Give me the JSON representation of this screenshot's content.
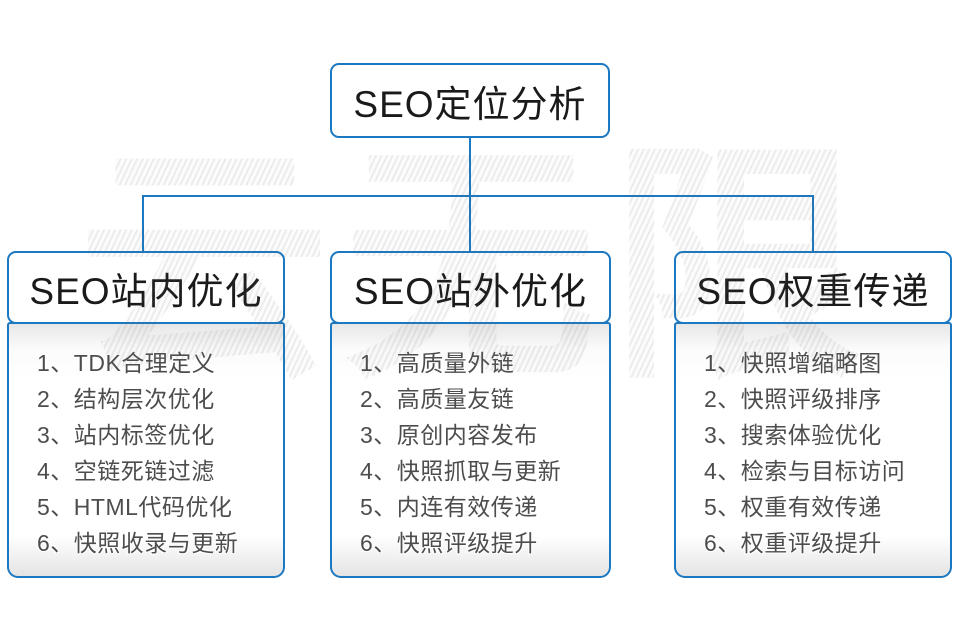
{
  "watermark": {
    "text": "云无限"
  },
  "root": {
    "title": "SEO定位分析"
  },
  "columns": [
    {
      "title": "SEO站内优化",
      "items": [
        "1、TDK合理定义",
        "2、结构层次优化",
        "3、站内标签优化",
        "4、空链死链过滤",
        "5、HTML代码优化",
        "6、快照收录与更新"
      ]
    },
    {
      "title": "SEO站外优化",
      "items": [
        "1、高质量外链",
        "2、高质量友链",
        "3、原创内容发布",
        "4、快照抓取与更新",
        "5、内连有效传递",
        "6、快照评级提升"
      ]
    },
    {
      "title": "SEO权重传递",
      "items": [
        "1、快照增缩略图",
        "2、快照评级排序",
        "3、搜索体验优化",
        "4、检索与目标访问",
        "5、权重有效传递",
        "6、权重评级提升"
      ]
    }
  ],
  "colors": {
    "accent_blue": "#1c78c0",
    "text_dark": "#1a1a1a",
    "list_text": "#4d4d4d"
  }
}
